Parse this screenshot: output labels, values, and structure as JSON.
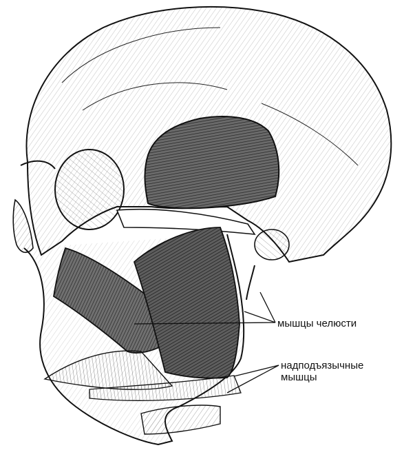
{
  "labels": {
    "jaw_muscles": "мышцы челюсти",
    "suprahyoid_line1": "надподъязычные",
    "suprahyoid_line2": "мышцы"
  },
  "colors": {
    "ink": "#111111",
    "muscle_fill": "#555555",
    "paper": "#ffffff"
  },
  "icons": {
    "figure": "skull-with-muscles-illustration"
  }
}
